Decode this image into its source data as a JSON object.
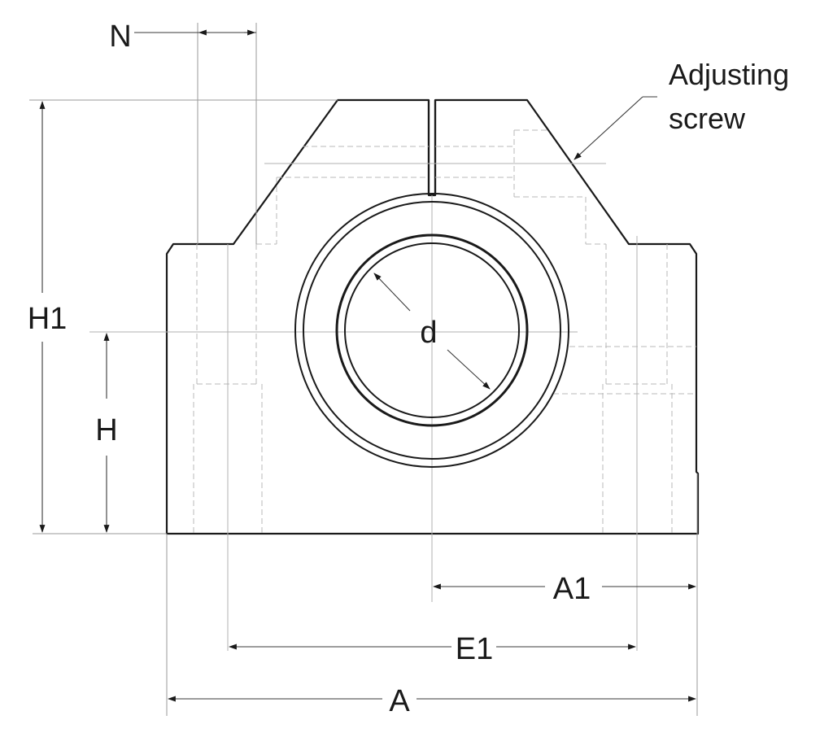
{
  "labels": {
    "n": "N",
    "h1": "H1",
    "h": "H",
    "d": "d",
    "a1": "A1",
    "e1": "E1",
    "a": "A",
    "adjusting_screw_line1": "Adjusting",
    "adjusting_screw_line2": "screw"
  }
}
